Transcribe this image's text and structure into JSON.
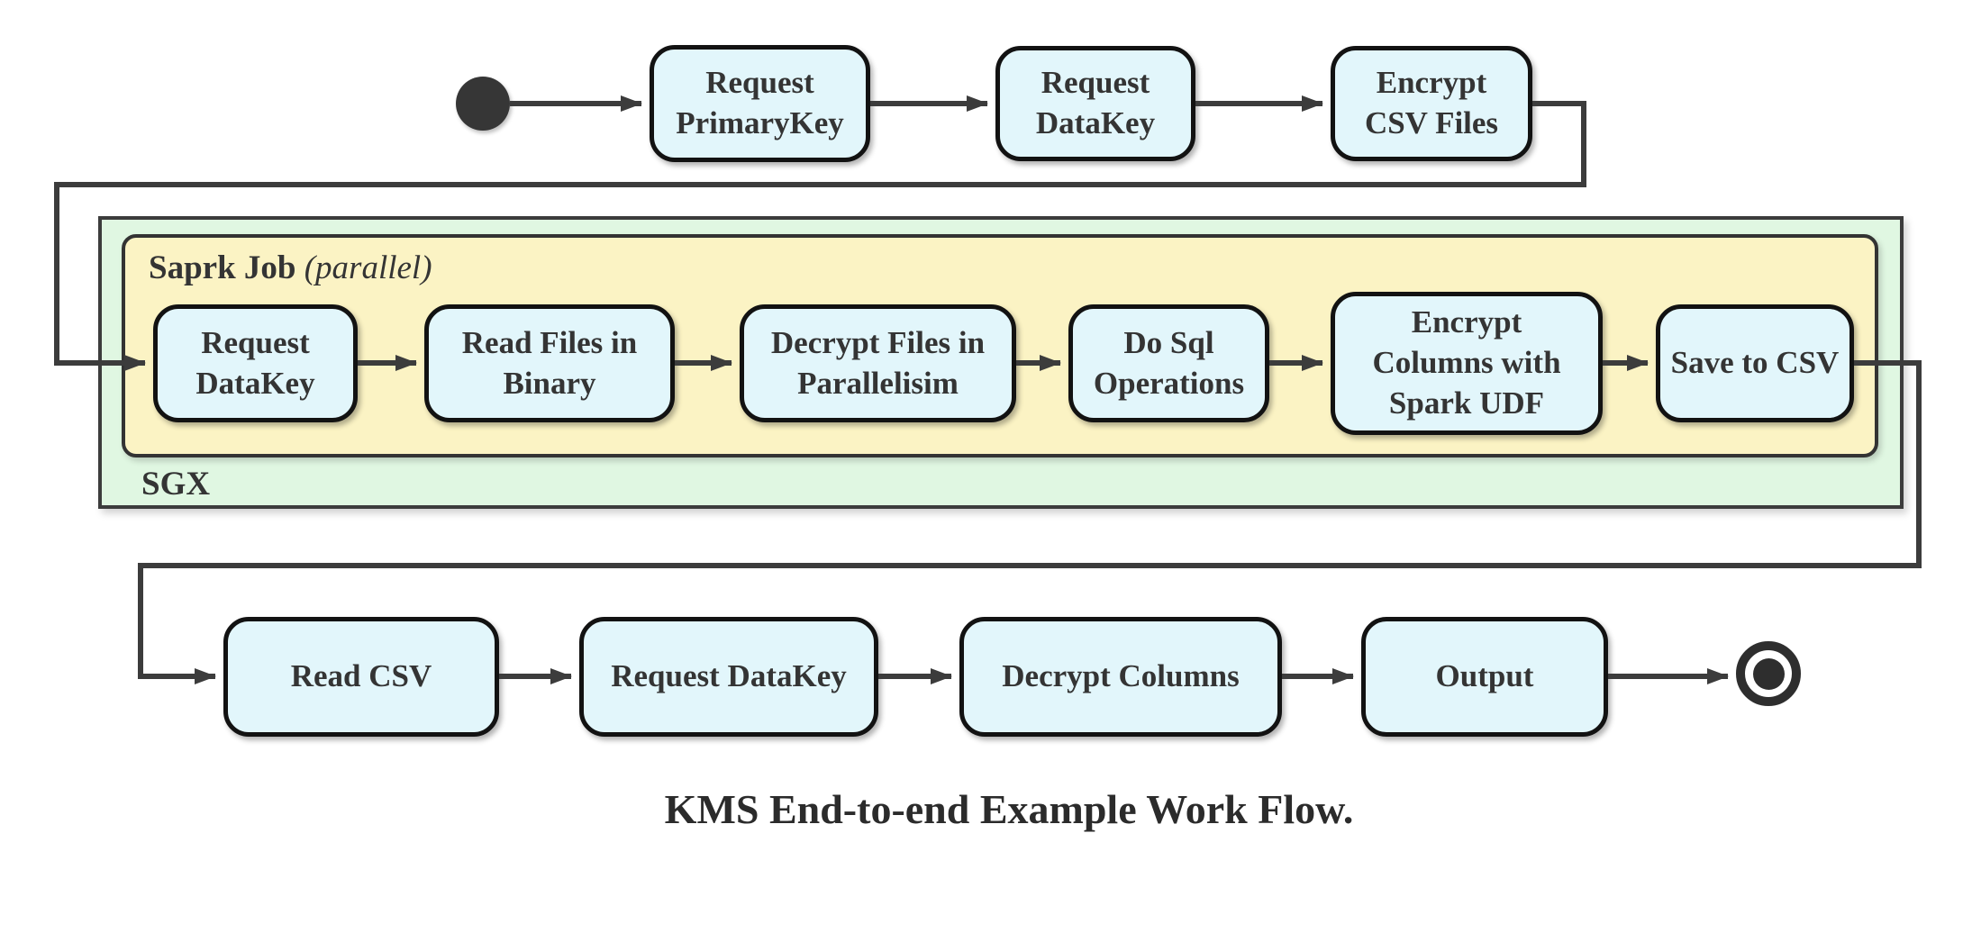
{
  "caption": "KMS End-to-end Example Work Flow.",
  "containers": {
    "sgx_label": "SGX",
    "spark_label": "Saprk Job",
    "spark_qualifier": "(parallel)"
  },
  "nodes": {
    "t1": "Request\nPrimaryKey",
    "t2": "Request\nDataKey",
    "t3": "Encrypt\nCSV Files",
    "m1": "Request\nDataKey",
    "m2": "Read Files in\nBinary",
    "m3": "Decrypt Files in\nParallelisim",
    "m4": "Do Sql\nOperations",
    "m5": "Encrypt\nColumns with\nSpark UDF",
    "m6": "Save to CSV",
    "b1": "Read CSV",
    "b2": "Request DataKey",
    "b3": "Decrypt Columns",
    "b4": "Output"
  },
  "markers": {
    "start": "initial-state",
    "end": "final-state"
  },
  "colors": {
    "node_fill": "#e2f6fb",
    "spark_container_fill": "#fbf3c4",
    "sgx_container_fill": "#e0f7e2",
    "line": "#3c3c3c",
    "marker": "#363636"
  }
}
